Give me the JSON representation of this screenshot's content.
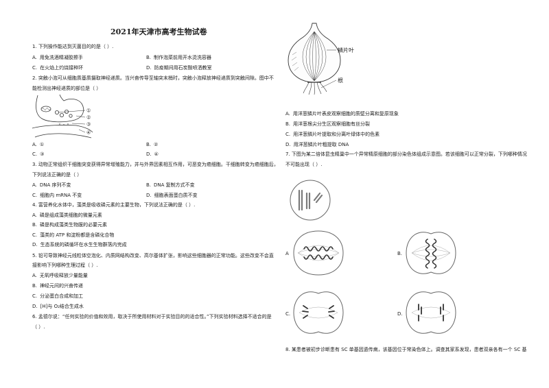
{
  "title": "2021年天津市高考生物试卷",
  "questions": [
    {
      "stem": [
        "1. 下列操作能达到灭菌目的的是（ ）."
      ],
      "options": [
        {
          "label": "A.",
          "text": "用免洗酒精凝胶擦手"
        },
        {
          "label": "B.",
          "text": "制作泡菜前用开水烫洗容器"
        },
        {
          "label": "C.",
          "text": "在火焰上灼烧接种环"
        },
        {
          "label": "D.",
          "text": "防疫期间用石炭酸喷洒教室"
        }
      ]
    },
    {
      "stem": [
        "2. 突触小泡可从细胞质基质摄取神经递质。当兴奋传导至轴突末梢时，突触小泡释放神经递质到突触间隙。图中不",
        "能检测出神经递质的部位是（ ）"
      ],
      "figure_labels": [
        "①",
        "②",
        "③",
        "④"
      ],
      "options": [
        {
          "label": "A.",
          "text": "①"
        },
        {
          "label": "B.",
          "text": "②"
        },
        {
          "label": "C.",
          "text": "③"
        },
        {
          "label": "D.",
          "text": "④"
        }
      ]
    },
    {
      "stem": [
        "3. 动物正常组织干细胞突变获得异常增殖能力，并与外界因素相互作用，可恶变为癌细胞。干细胞转变为癌细胞后，",
        "下列说法正确的是（ ）"
      ],
      "options": [
        {
          "label": "A.",
          "text": "DNA 序列不变"
        },
        {
          "label": "B.",
          "text": "DNA 复制方式不变"
        },
        {
          "label": "C.",
          "text": "细胞内 mRNA 不变"
        },
        {
          "label": "D.",
          "text": "细胞表面蛋白质不变"
        }
      ]
    },
    {
      "stem": [
        "4. 富营养化水体中，藻类是吸收磷元素的主要生物，下列说法正确的是（ ）."
      ],
      "options": [
        {
          "label": "A.",
          "text": "磷是组成藻类细胞的微量元素"
        },
        {
          "label": "B.",
          "text": "磷是构成藻类生物膜的必要元素"
        },
        {
          "label": "C.",
          "text": "藻类的 ATP 和淀粉都是含磷化合物"
        },
        {
          "label": "D.",
          "text": "生态系统的磷循环在水生生物群落内完成"
        }
      ]
    },
    {
      "stem": [
        "5. 铅可导致神经元线粒体空泡化、内质网结构改变、高尔基体扩张，影响这些细胞器的正常功能。这些改变不会直",
        "接影响下列哪种生理过程（ ）."
      ],
      "options": [
        {
          "label": "A.",
          "text": "无氧呼吸释放少量能量"
        },
        {
          "label": "B.",
          "text": "神经元间的兴奋传递"
        },
        {
          "label": "C.",
          "text": "分泌蛋白合成和加工"
        },
        {
          "label": "D.",
          "text": "[H]与 O₂结合生成水"
        }
      ]
    },
    {
      "stem": [
        "6. 孟德尔说：“任何实验的价值和效用，取决于所使用材料对于实验目的的适合性。”下列实验材料选择不适合的是",
        "（ ）."
      ],
      "figure_labels": [
        "鳞片叶",
        "根"
      ],
      "options": [
        {
          "label": "A.",
          "text": "用洋葱鳞片叶表皮观察细胞的质壁分离和复原现象"
        },
        {
          "label": "B.",
          "text": "用洋葱根尖分生区观察细胞有丝分裂"
        },
        {
          "label": "C.",
          "text": "用洋葱鳞片叶提取和分离叶绿体中的色素"
        },
        {
          "label": "D.",
          "text": "用洋葱鳞片叶粗提取 DNA"
        }
      ]
    },
    {
      "stem": [
        "7. 下图为某二倍体昆虫精巢中一个异常精原细胞的部分染色体组成示意图。若该细胞可以正常分裂，下列哪种情况",
        "不可能出现（ ）."
      ],
      "options": [
        {
          "label": "A"
        },
        {
          "label": "B."
        },
        {
          "label": "C."
        },
        {
          "label": "D."
        }
      ]
    },
    {
      "stem": [
        "8. 某患者被初步诊断患有 SC 单基因遗传病，该基因位于常染色体上。调查其家系发现，患者双亲各有一个 SC 基"
      ]
    }
  ]
}
